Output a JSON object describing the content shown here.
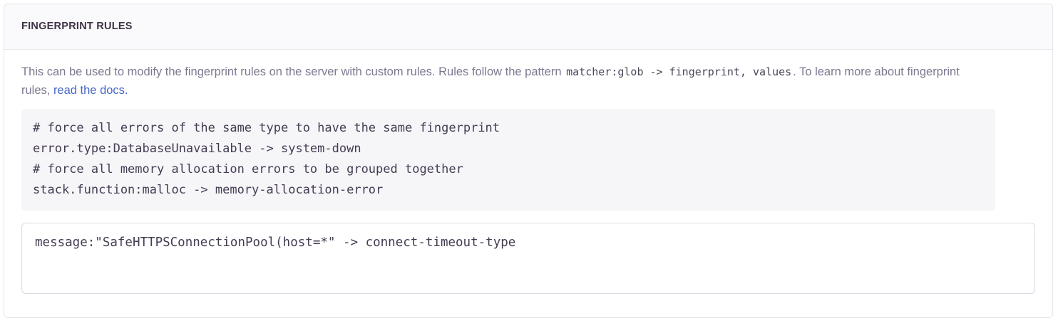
{
  "panel": {
    "title": "FINGERPRINT RULES"
  },
  "description": {
    "part1": "This can be used to modify the fingerprint rules on the server with custom rules. Rules follow the pattern ",
    "inline_code": "matcher:glob -> fingerprint, values",
    "part2": ". To learn more about fingerprint rules, ",
    "link_text": "read the docs.",
    "part3": ""
  },
  "example_code": {
    "lines": [
      "# force all errors of the same type to have the same fingerprint",
      "error.type:DatabaseUnavailable -> system-down",
      "# force all memory allocation errors to be grouped together",
      "stack.function:malloc -> memory-allocation-error"
    ],
    "text": "# force all errors of the same type to have the same fingerprint\nerror.type:DatabaseUnavailable -> system-down\n# force all memory allocation errors to be grouped together\nstack.function:malloc -> memory-allocation-error"
  },
  "editor": {
    "value": "message:\"SafeHTTPSConnectionPool(host=*\" -> connect-timeout-type",
    "placeholder": "matcher:glob -> fingerprint, values"
  },
  "colors": {
    "link": "#4668c8",
    "title": "#3e3446",
    "body_text": "#7e7890",
    "code_text": "#453c52",
    "code_bg": "#f6f6f9",
    "header_bg": "#faf9fb",
    "border": "#e6e4ea"
  }
}
